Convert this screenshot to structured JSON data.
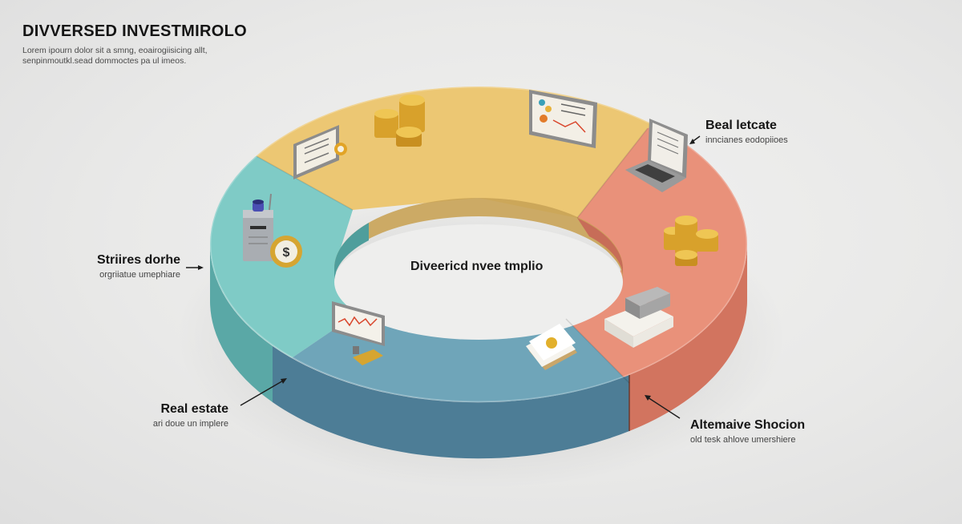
{
  "header": {
    "title": "DIVVERSED INVESTMIROLO",
    "subtitle_line1": "Lorem ipourn dolor sit a smng, eoairogiisicing allt,",
    "subtitle_line2": "senpinmoutkl.sead dommoctes pa ul imeos."
  },
  "center": {
    "label": "Diveericd nvee tmplio"
  },
  "segments": [
    {
      "id": "top",
      "color": "#ecc773",
      "side_color": "#d9ae5a",
      "icons": [
        "certificate-icon",
        "coin-stack-icon",
        "chart-board-icon"
      ]
    },
    {
      "id": "right",
      "color": "#e9917a",
      "side_color": "#d77660",
      "icons": [
        "laptop-icon",
        "coin-stack-icon",
        "document-printer-icon"
      ]
    },
    {
      "id": "bottom",
      "color": "#6fa5b9",
      "side_color": "#4d7d96",
      "icons": [
        "monitor-chart-icon",
        "documents-icon"
      ]
    },
    {
      "id": "left",
      "color": "#7fcbc6",
      "side_color": "#5aa8a6",
      "icons": [
        "meter-icon",
        "dollar-coin-icon"
      ]
    }
  ],
  "labels": [
    {
      "title": "Beal letcate",
      "sub": "inncianes eodopiioes"
    },
    {
      "title": "Striires dorhe",
      "sub": "orgriiatue umephiare"
    },
    {
      "title": "Real estate",
      "sub": "ari doue un implere"
    },
    {
      "title": "Altemaive Shocion",
      "sub": "old tesk ahlove umershiere"
    }
  ]
}
